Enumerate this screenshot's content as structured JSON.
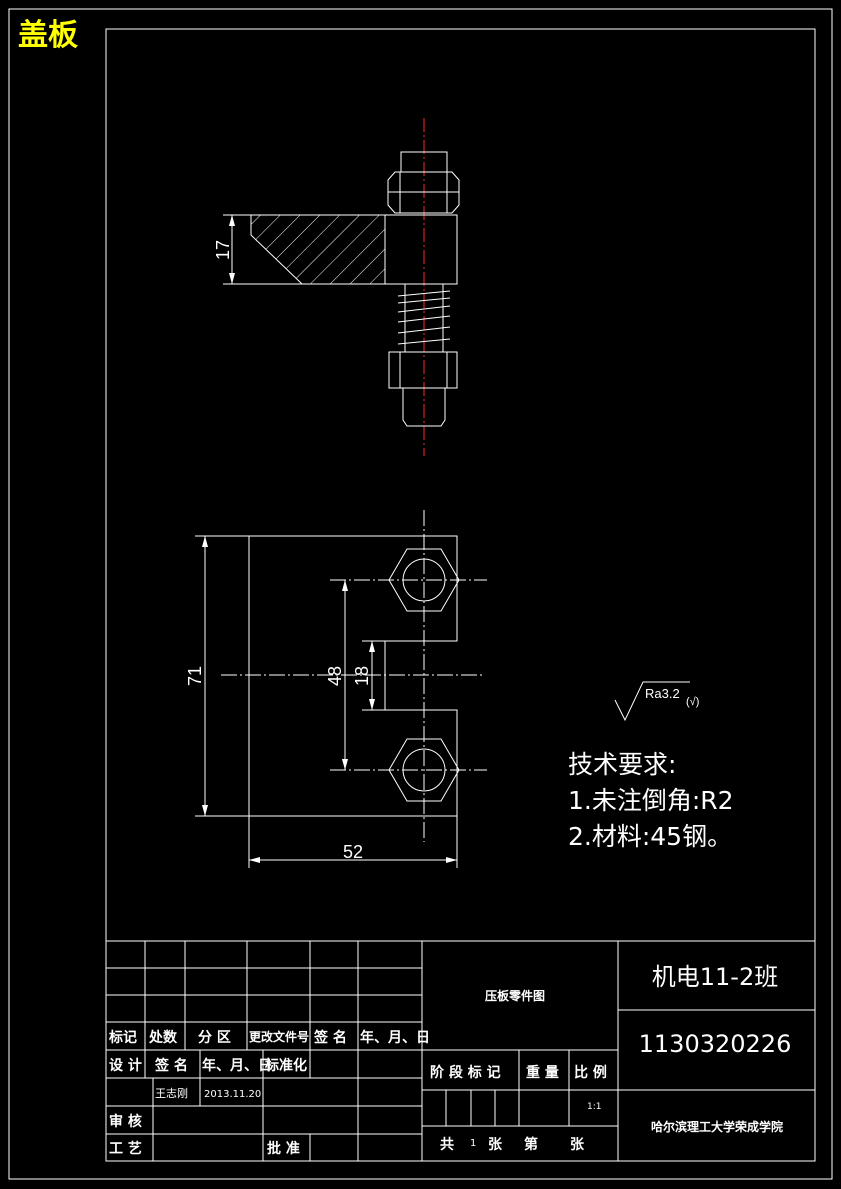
{
  "sheet_title": "盖板",
  "dimensions": {
    "height_top": "17",
    "height_overall": "71",
    "hole_spacing": "48",
    "slot_width": "18",
    "width": "52"
  },
  "surface_finish": {
    "symbol": "Ra3.2",
    "suffix": "(√)"
  },
  "tech_requirements": {
    "heading": "技术要求:",
    "items": [
      "1.未注倒角:R2",
      "2.材料:45钢。"
    ]
  },
  "title_block": {
    "rev_headers": [
      "标记",
      "处数",
      "分 区",
      "更改文件号",
      "签 名",
      "年、月、日"
    ],
    "sign_headers": [
      "设 计",
      "签 名",
      "年、月、日",
      "标准化"
    ],
    "designer": "王志刚",
    "date": "2013.11.20",
    "review_label": "审 核",
    "process_label": "工 艺",
    "approve_label": "批 准",
    "drawing_name": "压板零件图",
    "stage_label": "阶 段 标 记",
    "weight_label": "重 量",
    "scale_label": "比 例",
    "scale_value": "1:1",
    "sheet_total_prefix": "共",
    "sheet_total_value": "1",
    "sheet_total_suffix": "张",
    "sheet_no_prefix": "第",
    "sheet_no_suffix": "张",
    "class_name": "机电11-2班",
    "student_id": "1130320226",
    "school": "哈尔滨理工大学荣成学院"
  },
  "colors": {
    "line": "#ffffff",
    "center_line": "#ff2a2a",
    "title": "#ffff00"
  }
}
